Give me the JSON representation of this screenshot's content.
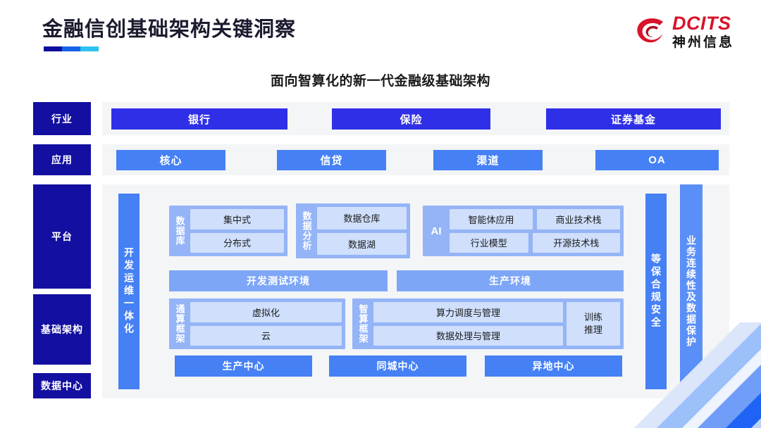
{
  "header": {
    "title": "金融信创基础架构关键洞察",
    "logo": {
      "en": "DCITS",
      "cn": "神州信息",
      "mark": "dcits-swirl-icon"
    },
    "accent_colors": [
      "#0e0e9b",
      "#1763e8",
      "#2ec2f0"
    ]
  },
  "subtitle": "面向智算化的新一代金融级基础架构",
  "tiers": [
    {
      "key": "industry",
      "label": "行业"
    },
    {
      "key": "application",
      "label": "应用"
    },
    {
      "key": "platform",
      "label": "平台"
    },
    {
      "key": "infrastructure",
      "label": "基础架构"
    },
    {
      "key": "datacenter",
      "label": "数据中心"
    }
  ],
  "industry_row": {
    "items": [
      "银行",
      "保险",
      "证券基金"
    ],
    "color": "#2f2fe8"
  },
  "application_row": {
    "items": [
      "核心",
      "信贷",
      "渠道",
      "OA"
    ],
    "color": "#4580f5"
  },
  "side_bars": {
    "devops": "开发运维一体化",
    "security": "等保合规安全",
    "continuity": "业务连续性及数据保护"
  },
  "platform": {
    "database": {
      "caption": "数据库",
      "tiles": [
        "集中式",
        "分布式"
      ]
    },
    "data_analytics": {
      "caption": "数据分析",
      "tiles": [
        "数据仓库",
        "数据湖"
      ]
    },
    "ai": {
      "caption": "AI",
      "tiles_row1": [
        "智能体应用",
        "商业技术栈"
      ],
      "tiles_row2": [
        "行业模型",
        "开源技术栈"
      ]
    },
    "environments": [
      "开发测试环境",
      "生产环境"
    ]
  },
  "infrastructure": {
    "general_compute": {
      "caption": "通算框架",
      "tiles": [
        "虚拟化",
        "云"
      ]
    },
    "intelligent_compute": {
      "caption": "智算框架",
      "tiles": [
        "算力调度与管理",
        "数据处理与管理"
      ],
      "side_tile": "训练\n推理"
    }
  },
  "datacenter": {
    "items": [
      "生产中心",
      "同城中心",
      "异地中心"
    ],
    "color": "#4580f5"
  }
}
